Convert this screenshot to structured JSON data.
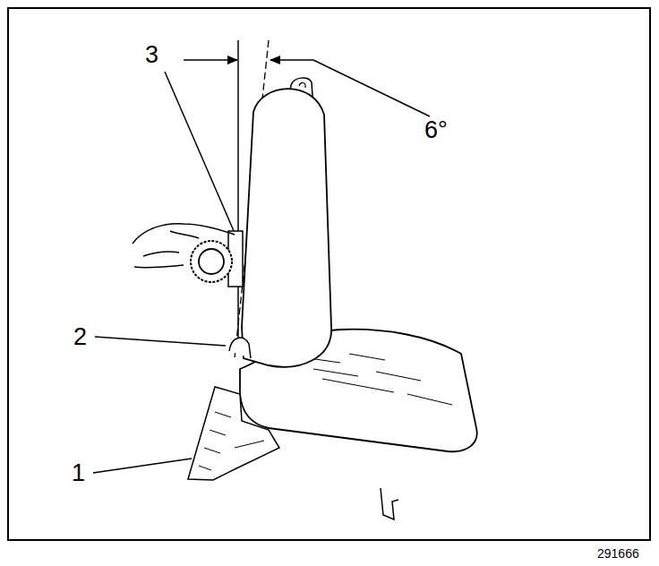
{
  "diagram": {
    "labels": [
      "3",
      "6°",
      "2",
      "1",
      "291666"
    ]
  }
}
